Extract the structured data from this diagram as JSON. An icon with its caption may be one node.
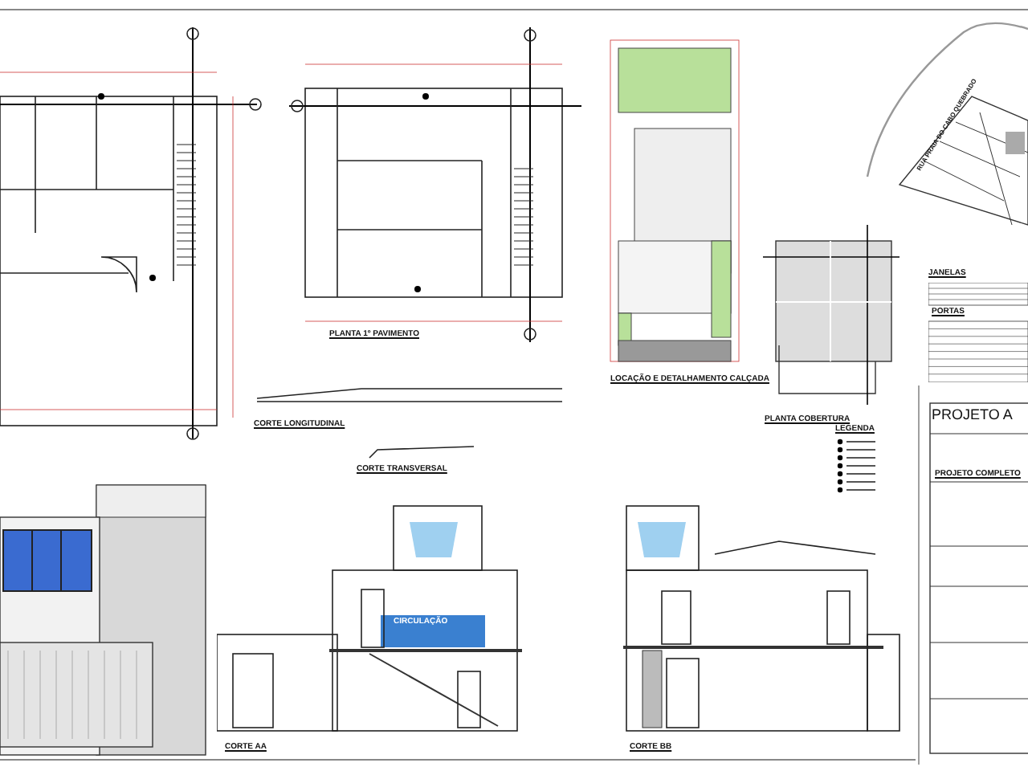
{
  "diagram": {
    "labels": [
      "PLANTA 1º PAVIMENTO",
      "RUA PRAIA DO CABO QUEBRADO",
      "LOCAÇÃO E DETALHAMENTO CALÇADA",
      "CORTE LONGITUDINAL",
      "JANELAS",
      "PORTAS",
      "LEGENDA",
      "PLANTA COBERTURA",
      "PROJETO A",
      "PROJETO COMPLETO",
      "CORTE TRANSVERSAL",
      "CIRCULAÇÃO",
      "CORTE AA",
      "CORTE BB"
    ]
  }
}
